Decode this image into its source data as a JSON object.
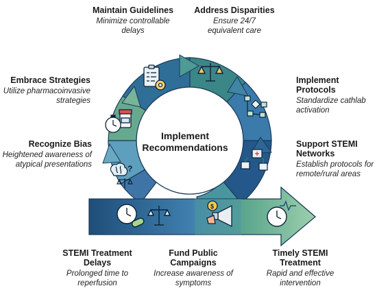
{
  "center_title": "Implement Recommendations",
  "items": [
    {
      "id": "maintain",
      "title": "Maintain Guidelines",
      "subtitle": "Minimize controllable delays",
      "icon": "checklist-gear-icon"
    },
    {
      "id": "address",
      "title": "Address Disparities",
      "subtitle": "Ensure 24/7 equivalent care",
      "icon": "balance-scale-icon"
    },
    {
      "id": "implement",
      "title": "Implement Protocols",
      "subtitle": "Standardize cathlab activation",
      "icon": "flowchart-icon"
    },
    {
      "id": "support",
      "title": "Support STEMI Networks",
      "subtitle": "Establish protocols for remote/rural areas",
      "icon": "hospital-network-icon"
    },
    {
      "id": "embrace",
      "title": "Embrace Strategies",
      "subtitle": "Utilize pharmacoinvasive strategies",
      "icon": "medicine-stopwatch-icon"
    },
    {
      "id": "recognize",
      "title": "Recognize Bias",
      "subtitle": "Heightened awareness of atypical presentations",
      "icon": "brain-question-icon"
    },
    {
      "id": "delays",
      "title": "STEMI Treatment Delays",
      "subtitle": "Prolonged time to reperfusion",
      "icon": "clock-pill-scale-icon"
    },
    {
      "id": "fund",
      "title": "Fund Public Campaigns",
      "subtitle": "Increase awareness of symptoms",
      "icon": "megaphone-money-icon"
    },
    {
      "id": "timely",
      "title": "Timely STEMI Treatment",
      "subtitle": "Rapid and effective intervention",
      "icon": "clock-heartbeat-icon"
    }
  ],
  "colors": {
    "dark_blue": "#1f4e79",
    "mid_blue": "#3f74a6",
    "teal": "#3d8f8a",
    "green": "#6aa88a",
    "light_green": "#a8d2b4",
    "outline": "#1b3a57"
  }
}
